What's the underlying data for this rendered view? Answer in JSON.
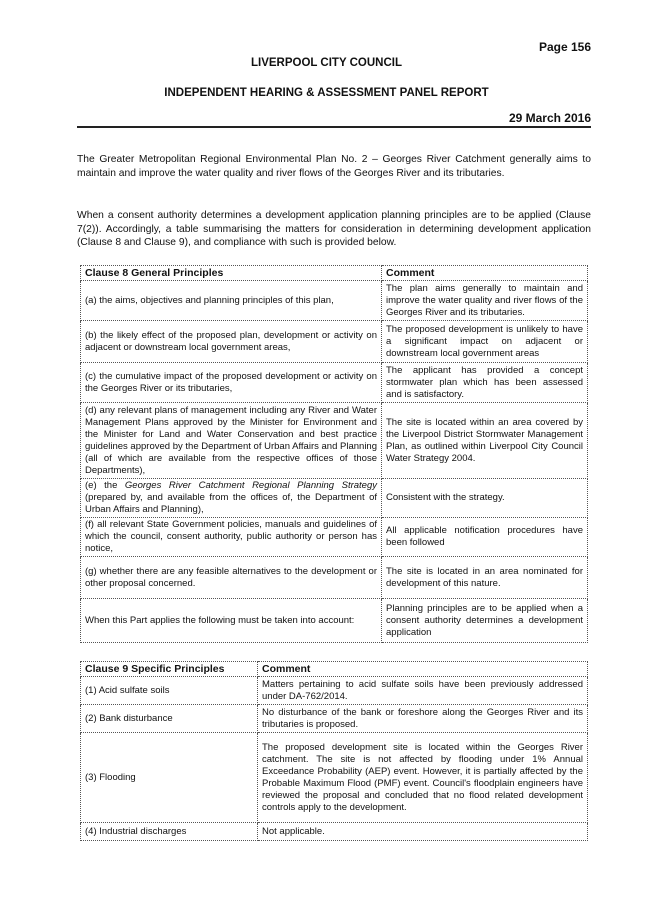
{
  "header": {
    "page_number": "Page 156",
    "council": "LIVERPOOL CITY COUNCIL",
    "report_title": "INDEPENDENT HEARING & ASSESSMENT PANEL REPORT",
    "date": "29 March 2016"
  },
  "paragraphs": [
    "The Greater Metropolitan Regional Environmental Plan No. 2 – Georges River Catchment generally aims to maintain and improve the water quality and river flows of the Georges River and its tributaries.",
    "When a consent authority determines a development application planning principles are to be applied (Clause 7(2)). Accordingly, a table summarising the matters for consideration in determining development application (Clause 8 and Clause 9), and compliance with such is provided below."
  ],
  "table1": {
    "headers": [
      "Clause 8 General Principles",
      "Comment"
    ],
    "rows": [
      [
        "(a) the aims, objectives and planning principles of this plan,",
        "The plan aims generally to maintain and improve the water quality and river flows of the Georges River and its tributaries."
      ],
      [
        "(b) the likely effect of the proposed plan, development or activity on adjacent or downstream local government areas,",
        "The proposed development is unlikely to have a significant impact on adjacent or downstream local government areas"
      ],
      [
        "(c) the cumulative impact of the proposed development or activity on the Georges River or its tributaries,",
        "The applicant has provided a concept stormwater plan which has been assessed and is satisfactory."
      ],
      [
        "(d) any relevant plans of management including any River and Water Management Plans approved by the Minister for Environment and the Minister for Land and Water Conservation and best practice guidelines approved by the Department of Urban Affairs and Planning (all of which are available from the respective offices of those Departments),",
        "The site is located within an area covered by the Liverpool District Stormwater Management Plan, as outlined within Liverpool City Council Water Strategy 2004."
      ],
      [
        "(e) the Georges River Catchment Regional Planning Strategy (prepared by, and available from the offices of, the Department of Urban Affairs and Planning),",
        "Consistent with the strategy."
      ],
      [
        "(f) all relevant State Government policies, manuals and guidelines of which the council, consent authority, public authority or person has notice,",
        "All applicable notification procedures have been followed"
      ],
      [
        "(g) whether there are any feasible alternatives to the development or other proposal concerned.",
        "The site is located in an area nominated for development of this nature."
      ],
      [
        "When this Part applies the following must be taken into account:",
        "Planning principles are to be applied when a consent authority determines a development application"
      ]
    ]
  },
  "table2": {
    "headers": [
      "Clause 9 Specific Principles",
      "Comment"
    ],
    "rows": [
      [
        "(1) Acid sulfate soils",
        "Matters pertaining to acid sulfate soils have been previously addressed under DA-762/2014."
      ],
      [
        "(2) Bank disturbance",
        "No disturbance of the bank or foreshore along the Georges River and its tributaries is proposed."
      ],
      [
        "(3) Flooding",
        "The proposed development site is located within the Georges River catchment. The site is not affected by flooding under 1% Annual Exceedance Probability (AEP) event. However, it is partially affected by the Probable Maximum Flood (PMF) event. Council's floodplain engineers have reviewed the proposal and concluded that no flood related development controls apply to the development."
      ],
      [
        "(4) Industrial discharges",
        "Not applicable."
      ]
    ]
  }
}
